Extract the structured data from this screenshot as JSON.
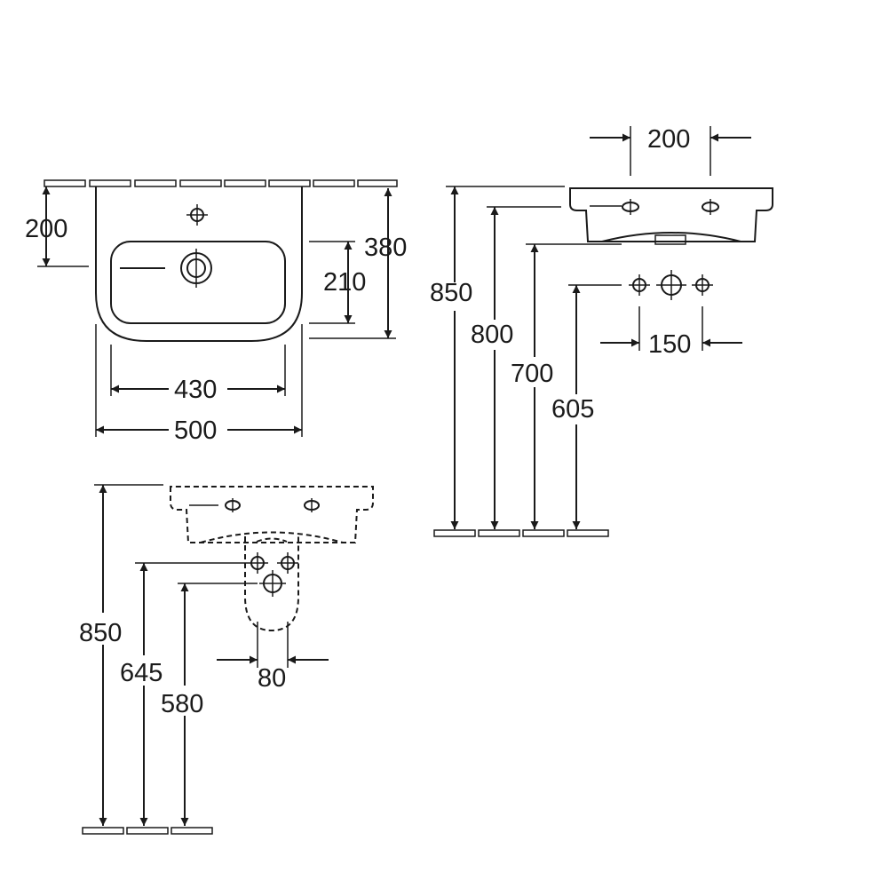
{
  "dimensions": {
    "top_view": {
      "tap_offset": "200",
      "depth": "380",
      "bowl_depth": "210",
      "bowl_width": "430",
      "overall_width": "500"
    },
    "side_view": {
      "tap_hole_spacing": "200",
      "rim_height": "850",
      "waste_height": "800",
      "bottom_height": "700",
      "supply_height": "605",
      "supply_spacing": "150"
    },
    "pedestal_view": {
      "rim_height": "850",
      "supply_height": "645",
      "waste_height": "580",
      "supply_spacing": "80"
    }
  }
}
